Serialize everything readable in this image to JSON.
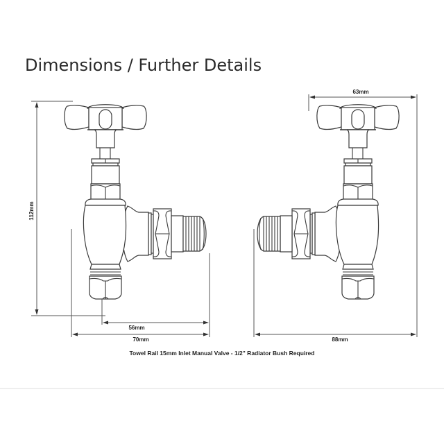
{
  "section": {
    "title": "Dimensions / Further Details"
  },
  "drawing": {
    "left_view": {
      "height_label": "112mm",
      "outlet_length_label": "56mm",
      "overall_width_label": "70mm"
    },
    "right_view": {
      "handle_width_label": "63mm",
      "overall_length_label": "88mm"
    },
    "caption": "Towel Rail 15mm Inlet Manual Valve - 1/2\" Radiator Bush Required"
  },
  "colors": {
    "line": "#3a3a3a",
    "text": "#222222",
    "title": "#2a2a2a",
    "divider": "#eeeeee",
    "background": "#ffffff"
  }
}
